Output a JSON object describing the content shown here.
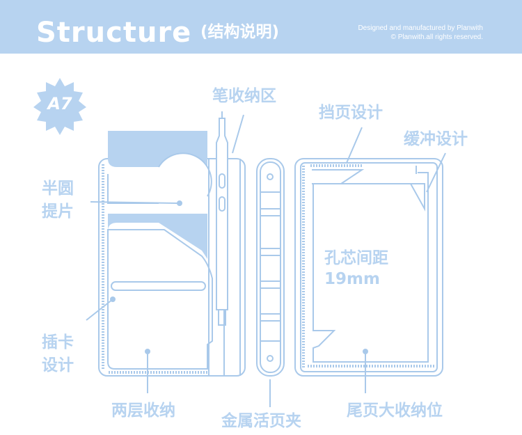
{
  "header": {
    "title": "Structure",
    "subtitle": "(结构说明)",
    "credit_line1": "Designed and manufactured by Planwith",
    "credit_line2": "© Planwith.all rights reserved."
  },
  "badge": {
    "label": "A7"
  },
  "labels": {
    "pen_zone": "笔收纳区",
    "stopper": "挡页设计",
    "buffer": "缓冲设计",
    "half_circle_line1": "半圆",
    "half_circle_line2": "提片",
    "hole_spacing_line1": "孔芯间距",
    "hole_spacing_line2": "19mm",
    "card_slot_line1": "插卡",
    "card_slot_line2": "设计",
    "two_layer": "两层收纳",
    "binder": "金属活页夹",
    "back_storage": "尾页大收纳位"
  },
  "colors": {
    "accent": "#b7d3f0",
    "line": "#a9c9ea",
    "background": "#ffffff"
  }
}
